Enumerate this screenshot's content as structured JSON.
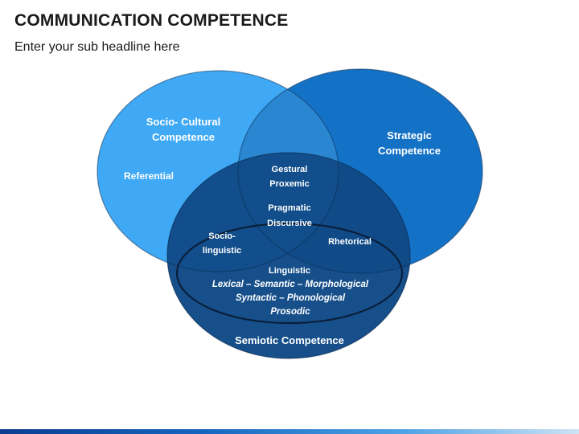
{
  "header": {
    "title": "COMMUNICATION COMPETENCE",
    "subtitle": "Enter your sub headline here"
  },
  "diagram": {
    "socio_cultural": {
      "line1": "Socio- Cultural",
      "line2": "Competence",
      "sub": "Referential"
    },
    "strategic": {
      "line1": "Strategic",
      "line2": "Competence"
    },
    "semiotic": {
      "label": "Semiotic Competence"
    },
    "intersections": {
      "gestural": {
        "line1": "Gestural",
        "line2": "Proxemic"
      },
      "pragmatic": {
        "line1": "Pragmatic",
        "line2": "Discursive"
      },
      "sociolinguistic": {
        "line1": "Socio-",
        "line2": "linguistic"
      },
      "rhetorical": "Rhetorical"
    },
    "linguistic": {
      "title": "Linguistic",
      "line1": "Lexical – Semantic – Morphological",
      "line2": "Syntactic – Phonological",
      "line3": "Prosodic"
    },
    "colors": {
      "socio_cultural": "#3fa9f5",
      "strategic": "#0a6cc4",
      "semiotic": "#0d4f8f",
      "outline": "#0a2a4e"
    }
  }
}
